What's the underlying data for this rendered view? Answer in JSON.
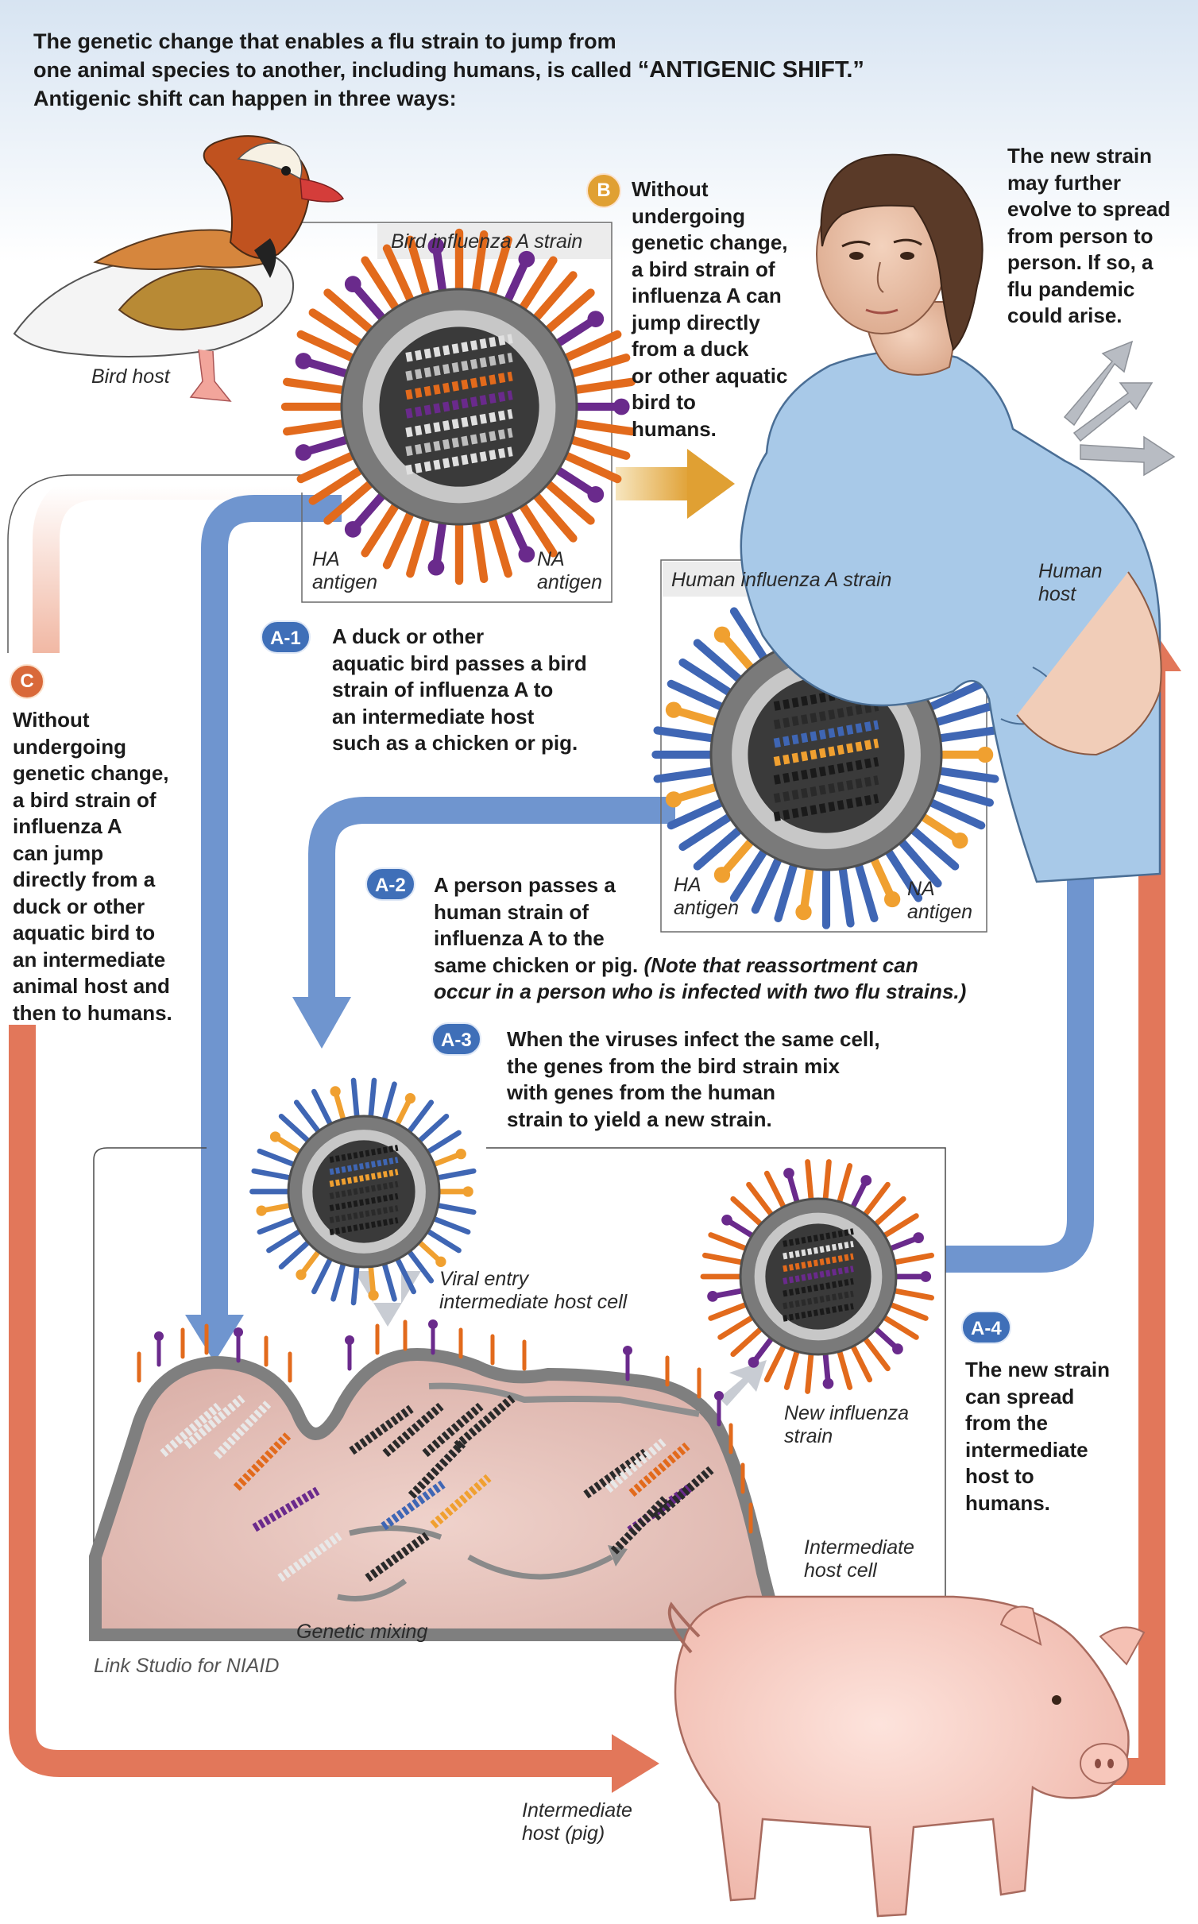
{
  "header": {
    "line1": "The genetic change that enables a flu strain to jump from",
    "line2_prefix": "one animal species to another, including humans, is called ",
    "line2_strong": "“ANTIGENIC SHIFT.”",
    "line3": "Antigenic shift can happen in three ways:"
  },
  "labels": {
    "bird_host": "Bird host",
    "bird_strain": "Bird influenza A strain",
    "ha_antigen_bird": [
      "HA",
      "antigen"
    ],
    "na_antigen_bird": [
      "NA",
      "antigen"
    ],
    "human_strain": "Human influenza A strain",
    "ha_antigen_human": [
      "HA",
      "antigen"
    ],
    "na_antigen_human": [
      "NA",
      "antigen"
    ],
    "human_host": [
      "Human",
      "host"
    ],
    "viral_entry": [
      "Viral entry",
      "intermediate host cell"
    ],
    "new_strain": [
      "New influenza",
      "strain"
    ],
    "intermediate_cell": [
      "Intermediate",
      "host cell"
    ],
    "genetic_mixing": "Genetic mixing",
    "intermediate_host": [
      "Intermediate",
      "host (pig)"
    ],
    "credit": "Link Studio for NIAID"
  },
  "steps": {
    "b": {
      "badge": "B",
      "lines": [
        "Without",
        "undergoing",
        "genetic change,",
        "a bird strain of",
        "influenza A can",
        "jump directly",
        "from a duck",
        "or other aquatic",
        "bird to",
        "humans."
      ]
    },
    "pandemic": {
      "lines": [
        "The new strain",
        "may further",
        "evolve to spread",
        "from person to",
        "person. If so, a",
        "flu pandemic",
        "could arise."
      ]
    },
    "c": {
      "badge": "C",
      "lines": [
        "Without",
        "undergoing",
        "genetic change,",
        "a bird strain of",
        "influenza A",
        "can jump",
        "directly from a",
        "duck or other",
        "aquatic bird to",
        "an intermediate",
        "animal host and",
        "then to humans."
      ]
    },
    "a1": {
      "badge": "A-1",
      "lines": [
        "A duck or other",
        "aquatic bird passes a bird",
        "strain of influenza A to",
        "an intermediate host",
        "such as a chicken or pig."
      ]
    },
    "a2": {
      "badge": "A-2",
      "lines": [
        "A person passes a",
        "human strain of",
        "influenza A to the"
      ],
      "line4_plain": "same chicken or pig. ",
      "line4_note": "(Note that reassortment can",
      "line5_note": "occur in a person who is infected with two flu strains.)"
    },
    "a3": {
      "badge": "A-3",
      "lines": [
        "When the viruses infect the same cell,",
        "the genes from the bird strain mix",
        "with genes from the human",
        "strain to yield a new strain."
      ]
    },
    "a4": {
      "badge": "A-4",
      "lines": [
        "The new strain",
        "can spread",
        "from the",
        "intermediate",
        "host to",
        "humans."
      ]
    }
  },
  "colors": {
    "arrow_blue": "#6f95cf",
    "arrow_orange": "#e2775a",
    "arrow_gold": "#e0a033",
    "badge_blue": "#3f6fb8",
    "badge_orange": "#d9693a",
    "badge_gold": "#e0a033",
    "ha_orange": "#e26a1c",
    "na_purple": "#6a2a8c",
    "ha_blue": "#3f66b4",
    "cell_fill": "#e9c7c0"
  }
}
